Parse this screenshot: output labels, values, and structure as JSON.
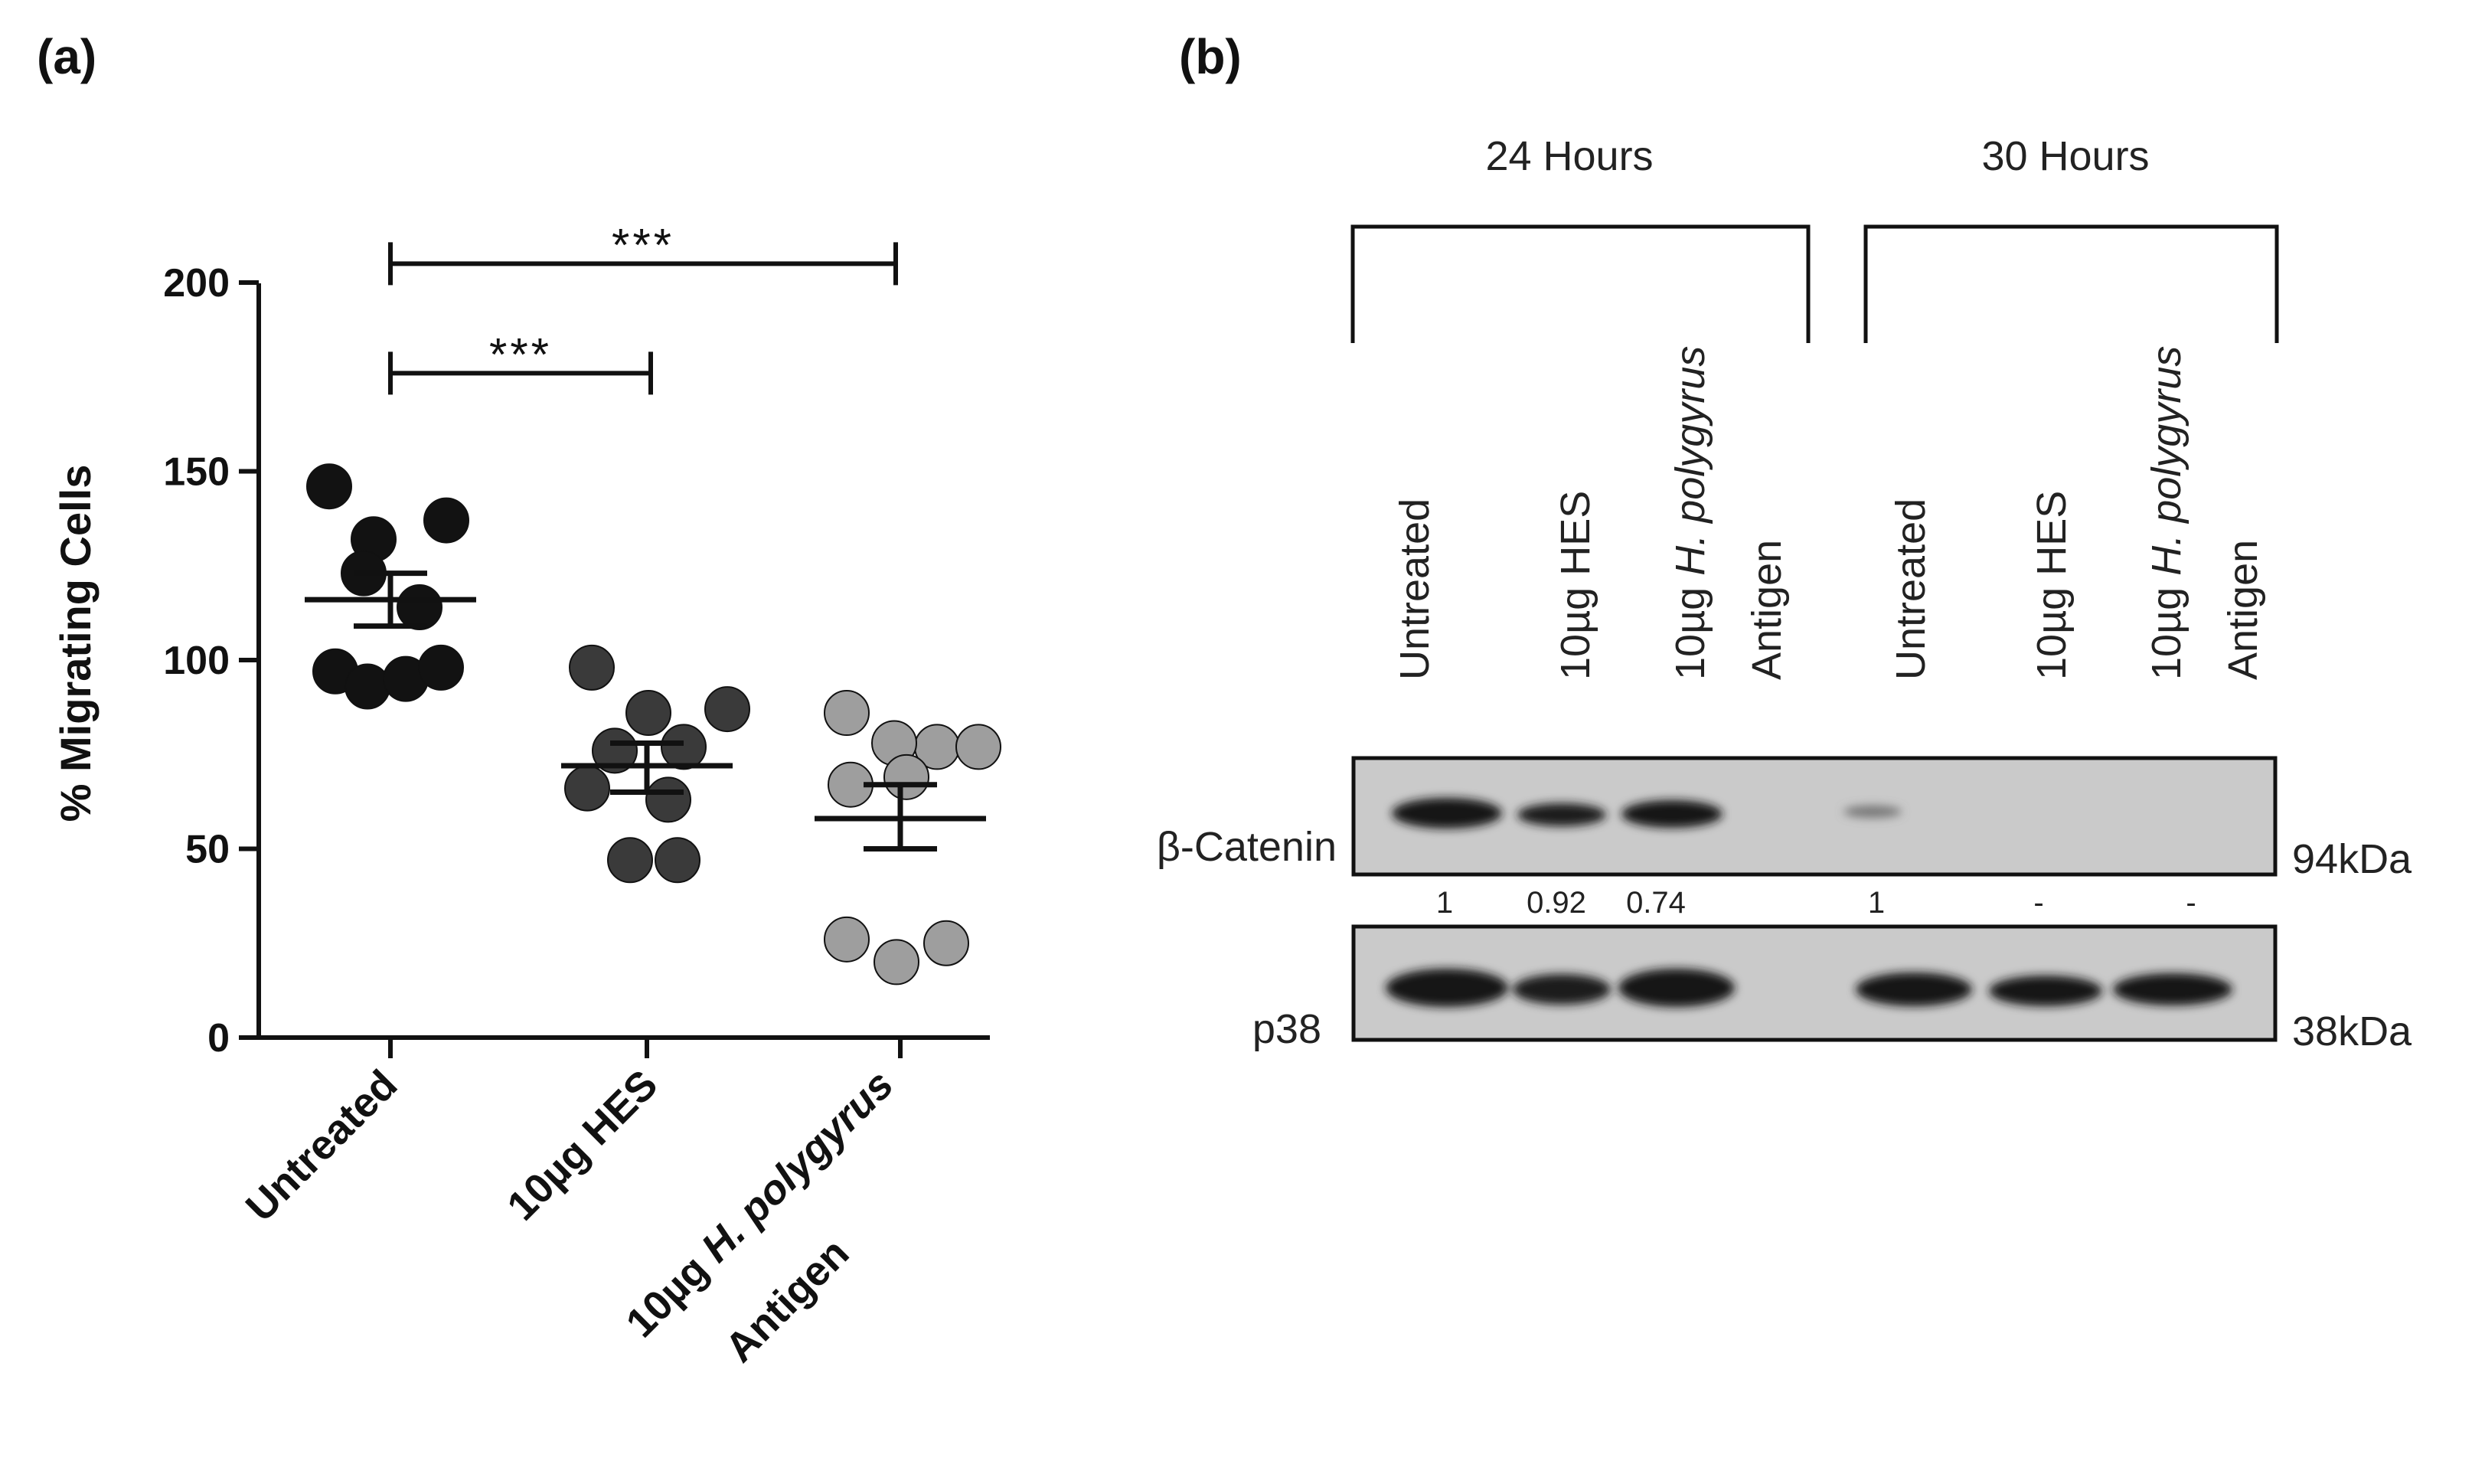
{
  "panels": {
    "a_label": "(a)",
    "b_label": "(b)"
  },
  "chart_data": {
    "type": "scatter",
    "ylabel": "% Migrating Cells",
    "ylim": [
      0,
      200
    ],
    "yticks": [
      0,
      50,
      100,
      150,
      200
    ],
    "categories": [
      {
        "line1": "Untreated",
        "line2_prefix": "",
        "line2_italic": "",
        "line3": ""
      },
      {
        "line1": "10µg HES",
        "line2_prefix": "",
        "line2_italic": "",
        "line3": ""
      },
      {
        "line1": "",
        "line2_prefix": "10µg ",
        "line2_italic": "H. polygyrus",
        "line3": "Antigen"
      }
    ],
    "series": [
      {
        "color": "#121212",
        "points": [
          146,
          132,
          137,
          123,
          114,
          97,
          93,
          95,
          98
        ],
        "mean": 116,
        "sem_low": 109,
        "sem_high": 123
      },
      {
        "color": "#3a3a3a",
        "points": [
          98,
          86,
          87,
          76,
          77,
          66,
          63,
          47,
          47
        ],
        "mean": 72,
        "sem_low": 65,
        "sem_high": 78
      },
      {
        "color": "#9e9e9e",
        "points": [
          86,
          77,
          77,
          78,
          69,
          67,
          26,
          25,
          20
        ],
        "mean": 58,
        "sem_low": 50,
        "sem_high": 67
      }
    ],
    "significance": [
      {
        "from": 0,
        "to": 2,
        "y": 205,
        "label": "***"
      },
      {
        "from": 0,
        "to": 1,
        "y": 176,
        "label": "***"
      }
    ]
  },
  "blot": {
    "time_groups": [
      "24 Hours",
      "30 Hours"
    ],
    "lanes": [
      {
        "line1": "Untreated",
        "line2_prefix": "",
        "line2_italic": ""
      },
      {
        "line1": "10µg HES",
        "line2_prefix": "",
        "line2_italic": ""
      },
      {
        "line1": "Antigen",
        "line2_prefix": "10µg ",
        "line2_italic": "H. polygyrus"
      },
      {
        "line1": "Untreated",
        "line2_prefix": "",
        "line2_italic": ""
      },
      {
        "line1": "10µg HES",
        "line2_prefix": "",
        "line2_italic": ""
      },
      {
        "line1": "Antigen",
        "line2_prefix": "10µg ",
        "line2_italic": "H. polygyrus"
      }
    ],
    "rows": [
      {
        "label": "β-Catenin",
        "size": "94kDa"
      },
      {
        "label": "p38",
        "size": "38kDa"
      }
    ],
    "quantification": [
      "1",
      "0.92",
      "0.74",
      "1",
      "-",
      "-"
    ]
  }
}
